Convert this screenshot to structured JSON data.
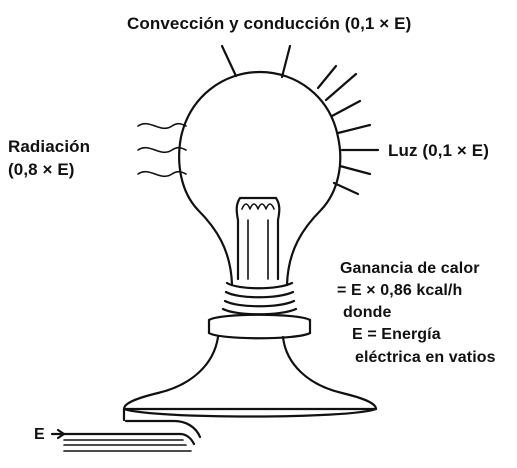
{
  "labels": {
    "convection": "Convección y conducción (0,1 × E)",
    "radiation_line1": "Radiación",
    "radiation_line2": "(0,8 × E)",
    "light": "Luz  (0,1 × E)",
    "heat_gain_line1": "Ganancia de calor",
    "heat_gain_line2": "= E × 0,86 kcal/h",
    "heat_gain_line3": "donde",
    "heat_gain_line4": "E = Energía",
    "heat_gain_line5": "eléctrica en vatios",
    "input_marker": "E"
  }
}
